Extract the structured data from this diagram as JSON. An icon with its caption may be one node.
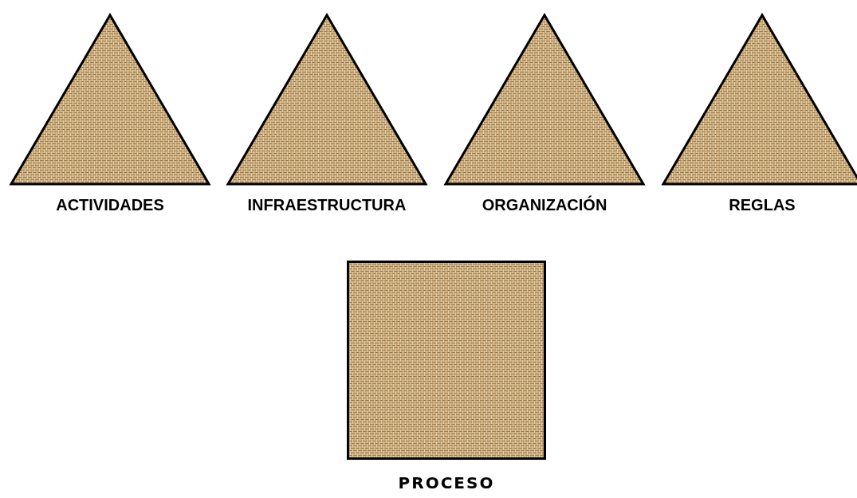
{
  "diagram": {
    "nodes": [
      {
        "text": [
          "ACTIVIDADES"
        ]
      },
      {
        "text": [
          "INFRAESTRUCTURA"
        ]
      },
      {
        "text": [
          "ORGANIZACIÓN"
        ]
      },
      {
        "text": [
          "REGLAS"
        ]
      },
      {
        "text": [
          "PROCESO"
        ]
      }
    ]
  }
}
